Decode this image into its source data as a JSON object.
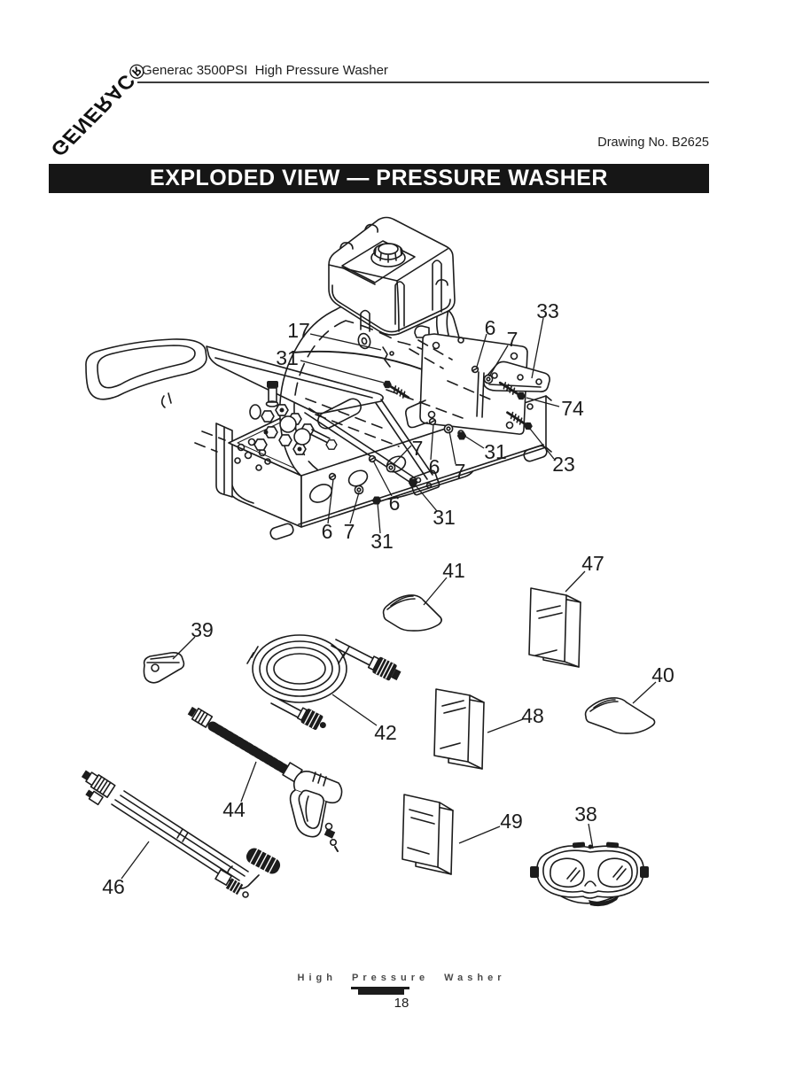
{
  "header": {
    "logo_text": "GENERAC®",
    "product_title": "Generac 3500PSI  High Pressure Washer",
    "drawing_number": "Drawing No. B2625"
  },
  "banner": {
    "title": "EXPLODED VIEW — PRESSURE WASHER"
  },
  "colors": {
    "ink": "#1c1c1c",
    "banner_bg": "#161616",
    "banner_text": "#ffffff",
    "paper": "#ffffff"
  },
  "diagram": {
    "callouts": [
      {
        "label": "17"
      },
      {
        "label": "31"
      },
      {
        "label": "6"
      },
      {
        "label": "7"
      },
      {
        "label": "33"
      },
      {
        "label": "74"
      },
      {
        "label": "23"
      },
      {
        "label": "31"
      },
      {
        "label": "7"
      },
      {
        "label": "6"
      },
      {
        "label": "7"
      },
      {
        "label": "6"
      },
      {
        "label": "31"
      },
      {
        "label": "6"
      },
      {
        "label": "7"
      },
      {
        "label": "31"
      },
      {
        "label": "41"
      },
      {
        "label": "47"
      },
      {
        "label": "39"
      },
      {
        "label": "42"
      },
      {
        "label": "48"
      },
      {
        "label": "40"
      },
      {
        "label": "44"
      },
      {
        "label": "49"
      },
      {
        "label": "38"
      },
      {
        "label": "46"
      }
    ]
  },
  "footer": {
    "product_line": "High Pressure Washer",
    "page_number": "18"
  }
}
